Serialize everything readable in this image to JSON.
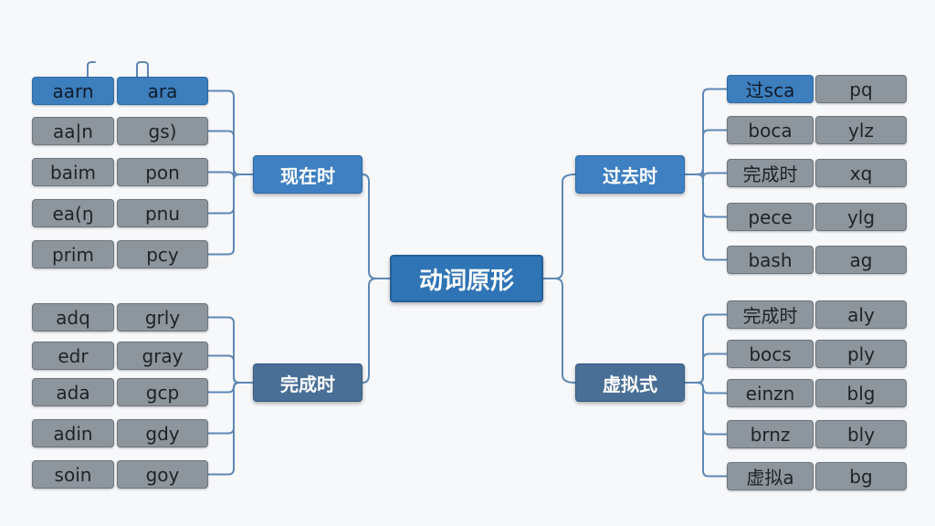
{
  "root": {
    "label": "动词原形"
  },
  "branches": {
    "present": {
      "label": "现在时"
    },
    "perfect": {
      "label": "完成时"
    },
    "past": {
      "label": "过去时"
    },
    "subjunctive": {
      "label": "虚拟式"
    }
  },
  "left_top_rows": [
    {
      "a": "aarn",
      "b": "ara",
      "highlight": true
    },
    {
      "a": "aa|n",
      "b": "gs)",
      "highlight": false
    },
    {
      "a": "baim",
      "b": "pon",
      "highlight": false
    },
    {
      "a": "ea(ŋ",
      "b": "pnu",
      "highlight": false
    },
    {
      "a": "prim",
      "b": "pcy",
      "highlight": false
    }
  ],
  "left_bottom_rows": [
    {
      "a": "adq",
      "b": "grly"
    },
    {
      "a": "edr",
      "b": "gray"
    },
    {
      "a": "ada",
      "b": "gcp"
    },
    {
      "a": "adin",
      "b": "gdy"
    },
    {
      "a": "soin",
      "b": "goy"
    }
  ],
  "right_top_rows": [
    {
      "a": "过sca",
      "b": "pq",
      "highlight": true
    },
    {
      "a": "boca",
      "b": "ylz",
      "highlight": false
    },
    {
      "a": "完成时",
      "b": "xq",
      "highlight": false
    },
    {
      "a": "pece",
      "b": "ylg",
      "highlight": false
    },
    {
      "a": "bash",
      "b": "ag",
      "highlight": false
    }
  ],
  "right_bottom_rows": [
    {
      "a": "完成时",
      "b": "aly"
    },
    {
      "a": "bocs",
      "b": "ply"
    },
    {
      "a": "einzn",
      "b": "blg"
    },
    {
      "a": "brnz",
      "b": "bly"
    },
    {
      "a": "虚拟a",
      "b": "bg"
    }
  ],
  "colors": {
    "line": "#5e88b5",
    "cell_grey": "#8e969d",
    "cell_blue": "#3d7ebd",
    "node_blue": "#3f80c2",
    "node_steel": "#4a6f96",
    "root": "#2f74b5"
  }
}
